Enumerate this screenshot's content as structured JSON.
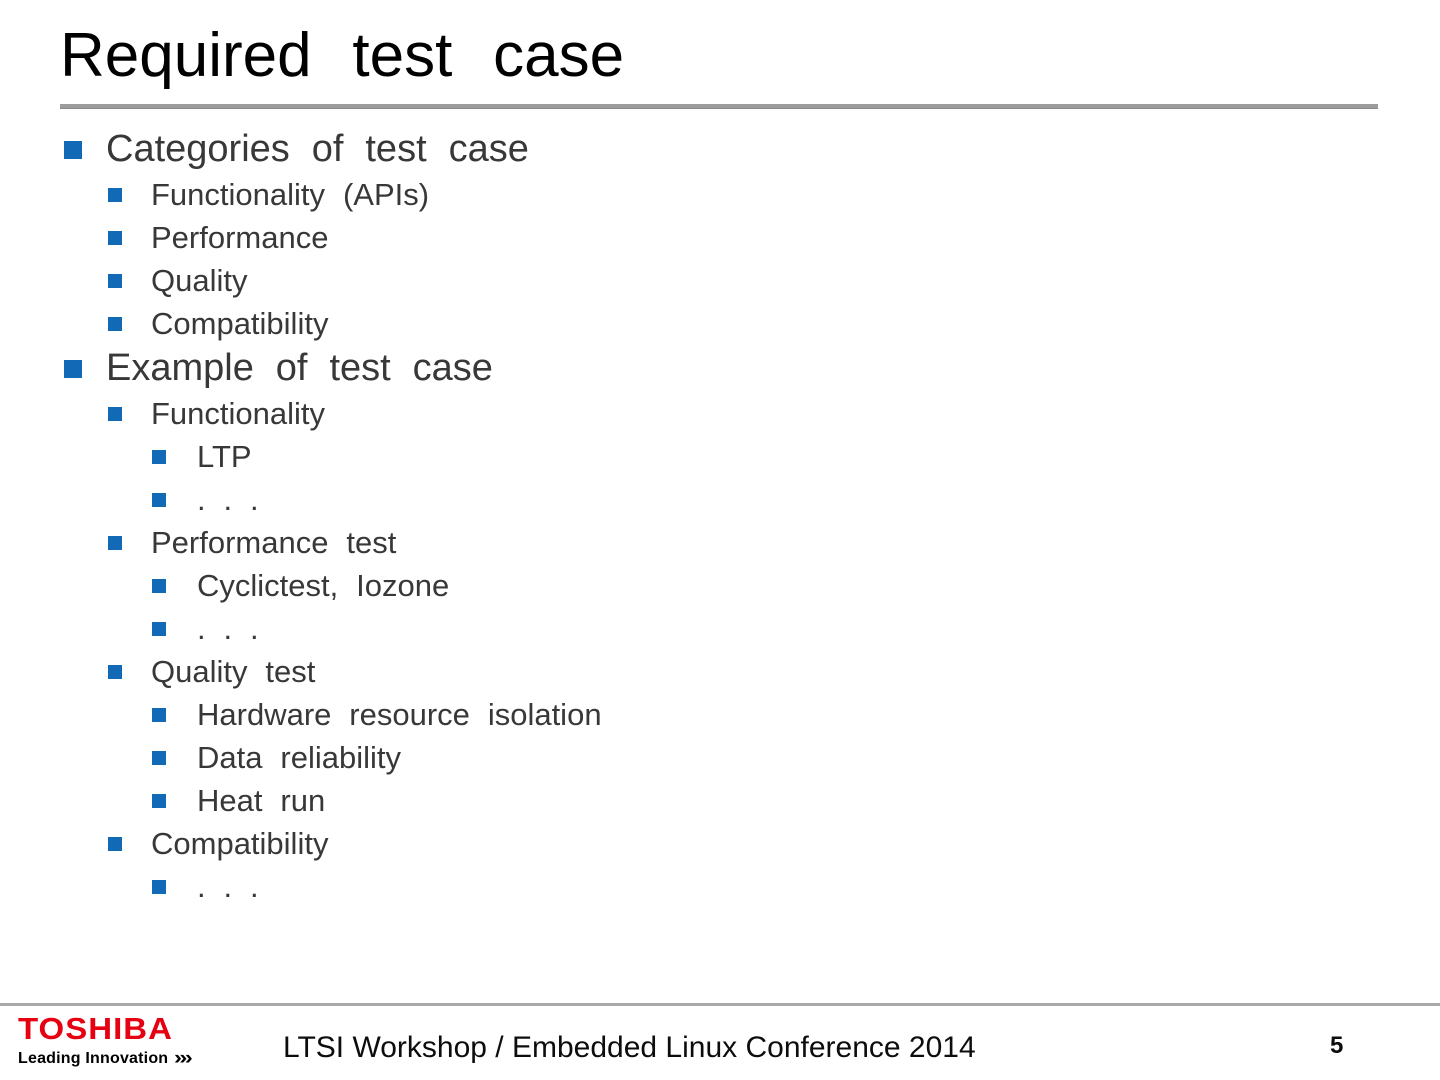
{
  "slide": {
    "title": "Required test case",
    "page_number": "5",
    "footer_text": "LTSI Workshop / Embedded Linux Conference 2014",
    "logo": {
      "brand": "TOSHIBA",
      "tagline": "Leading Innovation",
      "chevrons": "›››"
    },
    "colors": {
      "bullet_blue": "#1269b5",
      "toshiba_red": "#e60012",
      "rule_gray": "#9c9c9c",
      "body_text": "#383838"
    },
    "list": {
      "items": [
        {
          "level": 1,
          "text": "Categories of test case"
        },
        {
          "level": 2,
          "text": "Functionality (APIs)"
        },
        {
          "level": 2,
          "text": "Performance"
        },
        {
          "level": 2,
          "text": "Quality"
        },
        {
          "level": 2,
          "text": "Compatibility"
        },
        {
          "level": 1,
          "text": "Example of test case"
        },
        {
          "level": 2,
          "text": "Functionality"
        },
        {
          "level": 3,
          "text": "LTP"
        },
        {
          "level": 3,
          "text": ". . ."
        },
        {
          "level": 2,
          "text": "Performance test"
        },
        {
          "level": 3,
          "text": "Cyclictest, Iozone"
        },
        {
          "level": 3,
          "text": ". . ."
        },
        {
          "level": 2,
          "text": "Quality test"
        },
        {
          "level": 3,
          "text": "Hardware resource isolation"
        },
        {
          "level": 3,
          "text": "Data reliability"
        },
        {
          "level": 3,
          "text": "Heat run"
        },
        {
          "level": 2,
          "text": "Compatibility"
        },
        {
          "level": 3,
          "text": ". . ."
        }
      ]
    }
  }
}
